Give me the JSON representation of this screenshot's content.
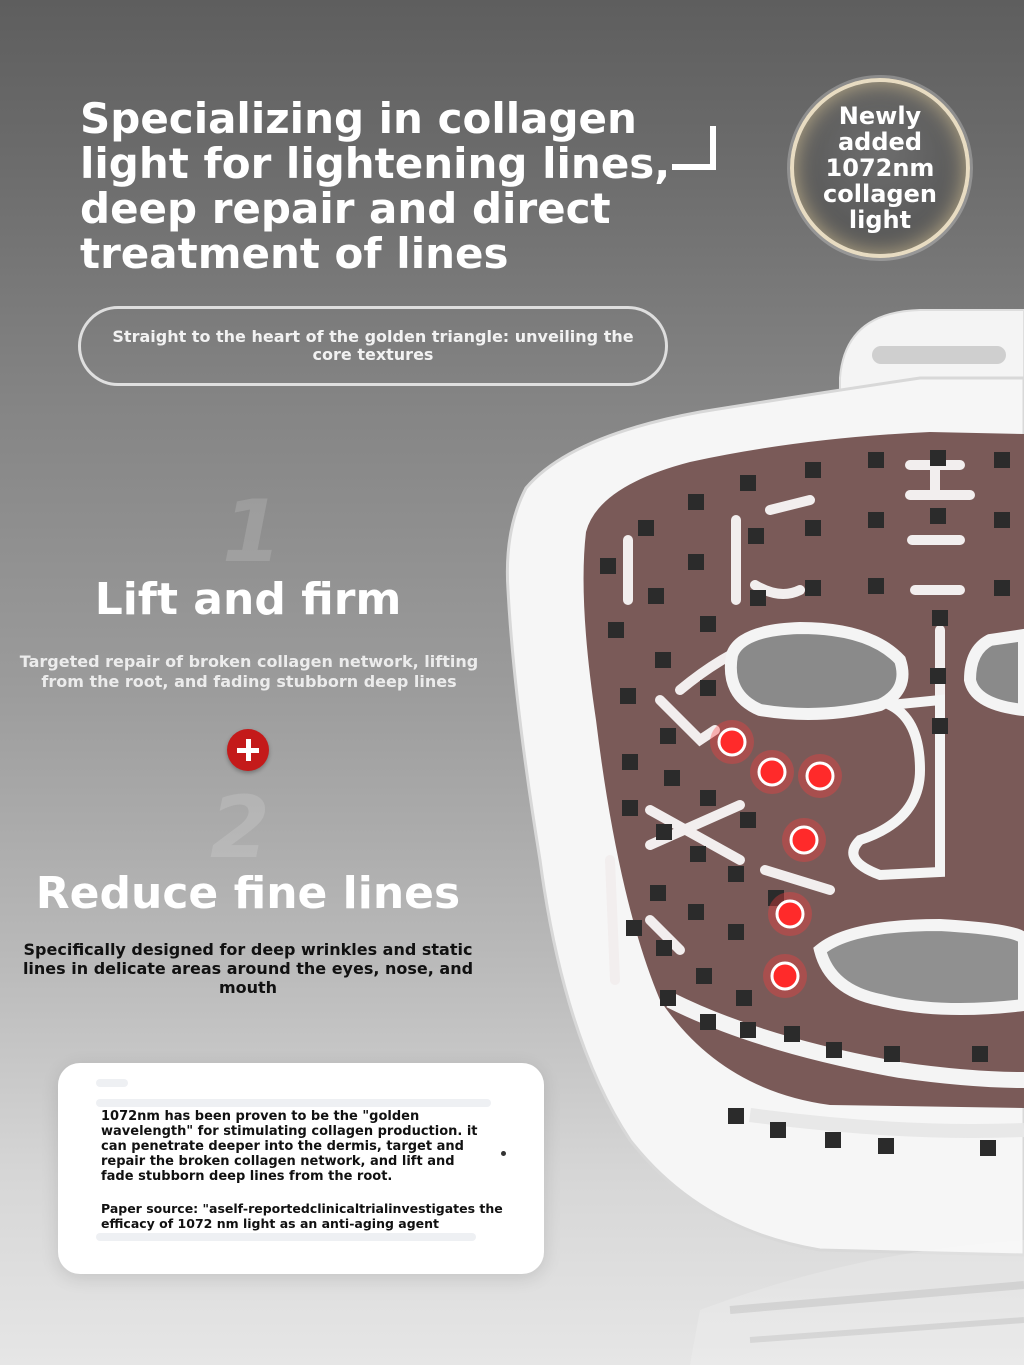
{
  "headline": "Specializing in collagen light for lightening lines, deep repair and direct treatment of lines",
  "badge": "Newly\nadded\n1072nm\ncollagen\nlight",
  "pill": "Straight to the heart of the golden triangle: unveiling the core textures",
  "features": [
    {
      "number": "1",
      "title": "Lift and firm",
      "description": "Targeted repair of broken collagen network, lifting from the root, and fading stubborn deep lines"
    },
    {
      "number": "2",
      "title": "Reduce fine lines",
      "description": "Specifically designed for deep wrinkles and static lines in delicate areas around the eyes, nose, and mouth"
    }
  ],
  "card": {
    "body": "1072nm has been proven to be the \"golden wavelength\" for stimulating collagen production. it can penetrate deeper into the dermis, target and repair the broken collagen network, and lift and fade stubborn deep lines from the root.",
    "source": "Paper source: \"aself-reportedclinicaltrialinvestigates the efficacy of 1072 nm light as an anti-aging agent"
  },
  "colors": {
    "accent_red": "#c41a1a",
    "led_red": "#ff2a2a",
    "mask_inner": "#7a5a58",
    "mask_frame": "#f5f5f5",
    "badge_ring": "#e8dcc2"
  },
  "icons": {
    "plus": "plus-icon",
    "mask": "led-mask-image"
  }
}
